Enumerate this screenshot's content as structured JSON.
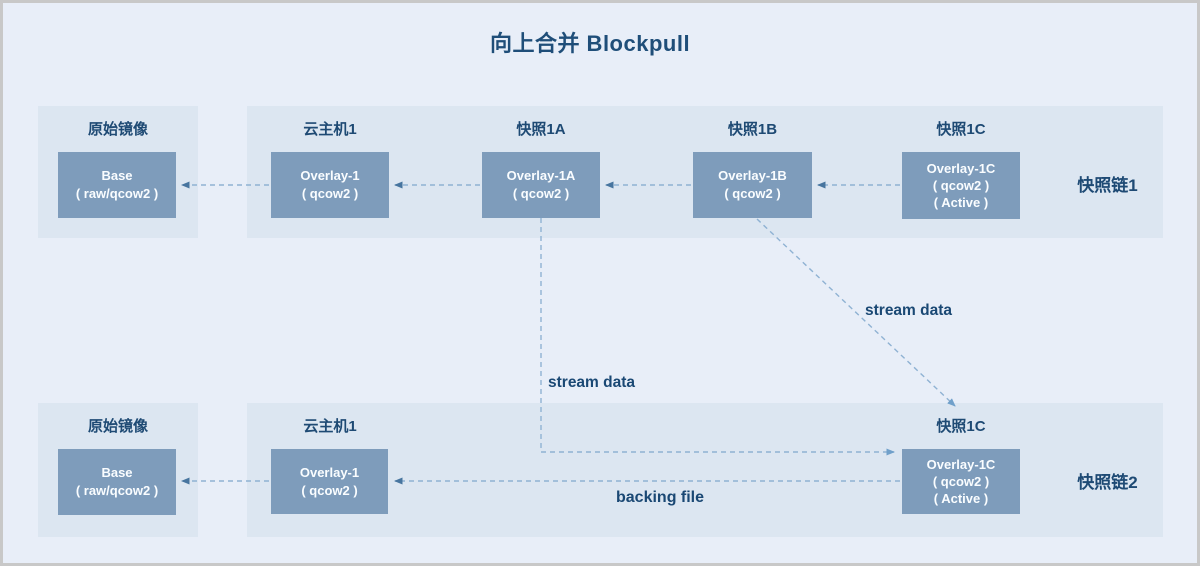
{
  "title": "向上合并 Blockpull",
  "colors": {
    "background": "#e8eef8",
    "panel": "#dce6f1",
    "box": "#7e9cbb",
    "navy_text": "#1f4e79",
    "dash_line": "#8fb2d3",
    "backing_arrowhead": "#47759f",
    "stream_arrowhead": "#70a0ca",
    "outer_border": "#c8c8c8"
  },
  "chain1": {
    "name": "快照链1",
    "source_label": "原始镜像",
    "source_box": {
      "line1": "Base",
      "line2": "( raw/qcow2 )"
    },
    "nodes": [
      {
        "label": "云主机1",
        "line1": "Overlay-1",
        "line2": "( qcow2 )"
      },
      {
        "label": "快照1A",
        "line1": "Overlay-1A",
        "line2": "( qcow2 )"
      },
      {
        "label": "快照1B",
        "line1": "Overlay-1B",
        "line2": "( qcow2 )"
      },
      {
        "label": "快照1C",
        "line1": "Overlay-1C",
        "line2": "( qcow2 )",
        "line3": "( Active )"
      }
    ]
  },
  "chain2": {
    "name": "快照链2",
    "source_label": "原始镜像",
    "source_box": {
      "line1": "Base",
      "line2": "( raw/qcow2 )"
    },
    "nodes": [
      {
        "label": "云主机1",
        "line1": "Overlay-1",
        "line2": "( qcow2 )"
      },
      {
        "label": "快照1C",
        "line1": "Overlay-1C",
        "line2": "( qcow2 )",
        "line3": "( Active )"
      }
    ]
  },
  "annotations": {
    "stream_vertical": "stream data",
    "stream_diagonal": "stream data",
    "backing_file": "backing file"
  }
}
